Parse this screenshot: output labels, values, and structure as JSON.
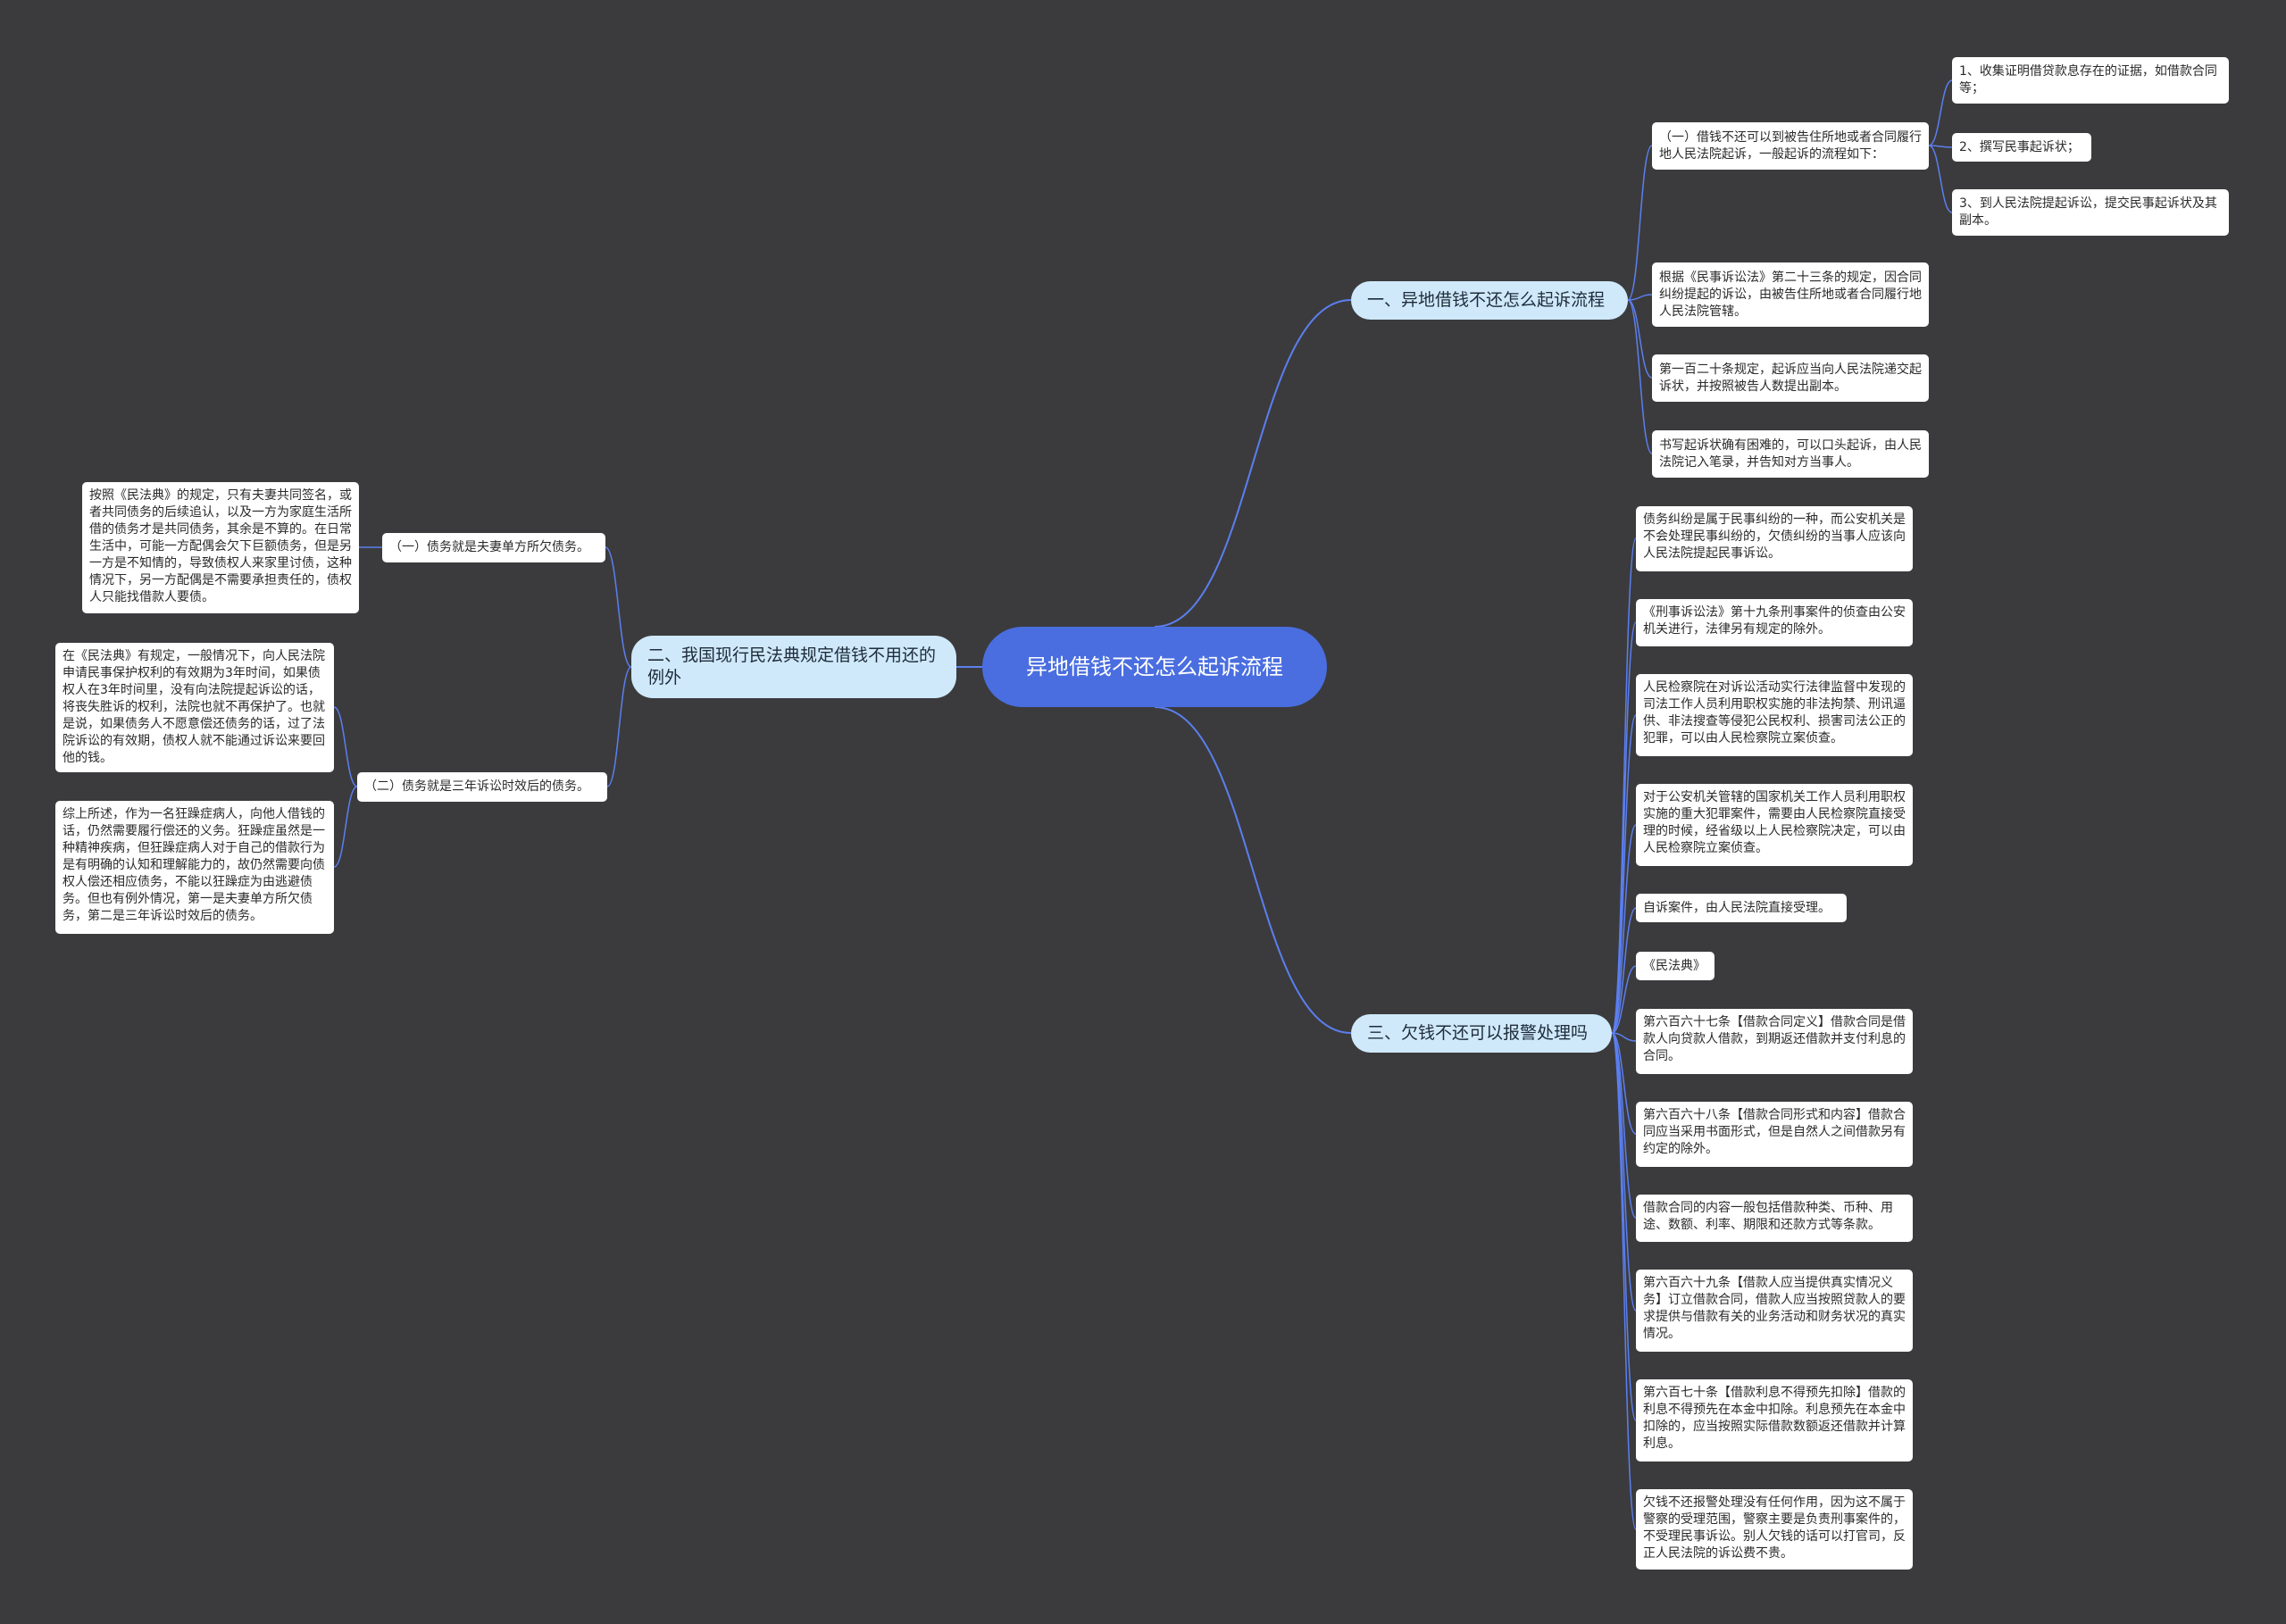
{
  "root": {
    "title": "异地借钱不还怎么起诉流程"
  },
  "branches": {
    "b1": "一、异地借钱不还怎么起诉流程",
    "b2": "二、我国现行民法典规定借钱不用还的例外",
    "b3": "三、欠钱不还可以报警处理吗"
  },
  "b1_children": {
    "c1": "（一）借钱不还可以到被告住所地或者合同履行地人民法院起诉，一般起诉的流程如下：",
    "c1_steps": [
      "1、收集证明借贷款息存在的证据，如借款合同等；",
      "2、撰写民事起诉状；",
      "3、到人民法院提起诉讼，提交民事起诉状及其副本。"
    ],
    "c2": "根据《民事诉讼法》第二十三条的规定，因合同纠纷提起的诉讼，由被告住所地或者合同履行地人民法院管辖。",
    "c3": "第一百二十条规定，起诉应当向人民法院递交起诉状，并按照被告人数提出副本。",
    "c4": "书写起诉状确有困难的，可以口头起诉，由人民法院记入笔录，并告知对方当事人。"
  },
  "b2_children": {
    "d1": "（一）债务就是夫妻单方所欠债务。",
    "d1_detail": "按照《民法典》的规定，只有夫妻共同签名，或者共同债务的后续追认，以及一方为家庭生活所借的债务才是共同债务，其余是不算的。在日常生活中，可能一方配偶会欠下巨额债务，但是另一方是不知情的，导致债权人来家里讨债，这种情况下，另一方配偶是不需要承担责任的，债权人只能找借款人要债。",
    "d2": "（二）债务就是三年诉讼时效后的债务。",
    "d2_detail1": "在《民法典》有规定，一般情况下，向人民法院申请民事保护权利的有效期为3年时间，如果债权人在3年时间里，没有向法院提起诉讼的话，将丧失胜诉的权利，法院也就不再保护了。也就是说，如果债务人不愿意偿还债务的话，过了法院诉讼的有效期，债权人就不能通过诉讼来要回他的钱。",
    "d2_detail2": "综上所述，作为一名狂躁症病人，向他人借钱的话，仍然需要履行偿还的义务。狂躁症虽然是一种精神疾病，但狂躁症病人对于自己的借款行为是有明确的认知和理解能力的，故仍然需要向债权人偿还相应债务，不能以狂躁症为由逃避债务。但也有例外情况，第一是夫妻单方所欠债务，第二是三年诉讼时效后的债务。"
  },
  "b3_children": [
    "债务纠纷是属于民事纠纷的一种，而公安机关是不会处理民事纠纷的，欠债纠纷的当事人应该向人民法院提起民事诉讼。",
    "《刑事诉讼法》第十九条刑事案件的侦查由公安机关进行，法律另有规定的除外。",
    "人民检察院在对诉讼活动实行法律监督中发现的司法工作人员利用职权实施的非法拘禁、刑讯逼供、非法搜查等侵犯公民权利、损害司法公正的犯罪，可以由人民检察院立案侦查。",
    "对于公安机关管辖的国家机关工作人员利用职权实施的重大犯罪案件，需要由人民检察院直接受理的时候，经省级以上人民检察院决定，可以由人民检察院立案侦查。",
    "自诉案件，由人民法院直接受理。",
    "《民法典》",
    "第六百六十七条【借款合同定义】借款合同是借款人向贷款人借款，到期返还借款并支付利息的合同。",
    "第六百六十八条【借款合同形式和内容】借款合同应当采用书面形式，但是自然人之间借款另有约定的除外。",
    "借款合同的内容一般包括借款种类、币种、用途、数额、利率、期限和还款方式等条款。",
    "第六百六十九条【借款人应当提供真实情况义务】订立借款合同，借款人应当按照贷款人的要求提供与借款有关的业务活动和财务状况的真实情况。",
    "第六百七十条【借款利息不得预先扣除】借款的利息不得预先在本金中扣除。利息预先在本金中扣除的，应当按照实际借款数额返还借款并计算利息。",
    "欠钱不还报警处理没有任何作用，因为这不属于警察的受理范围，警察主要是负责刑事案件的，不受理民事诉讼。别人欠钱的话可以打官司，反正人民法院的诉讼费不贵。"
  ],
  "colors": {
    "background": "#3b3b3d",
    "root": "#4a6ee0",
    "branch": "#cfe9fb",
    "leaf": "#ffffff",
    "connector": "#5b7ff0"
  }
}
